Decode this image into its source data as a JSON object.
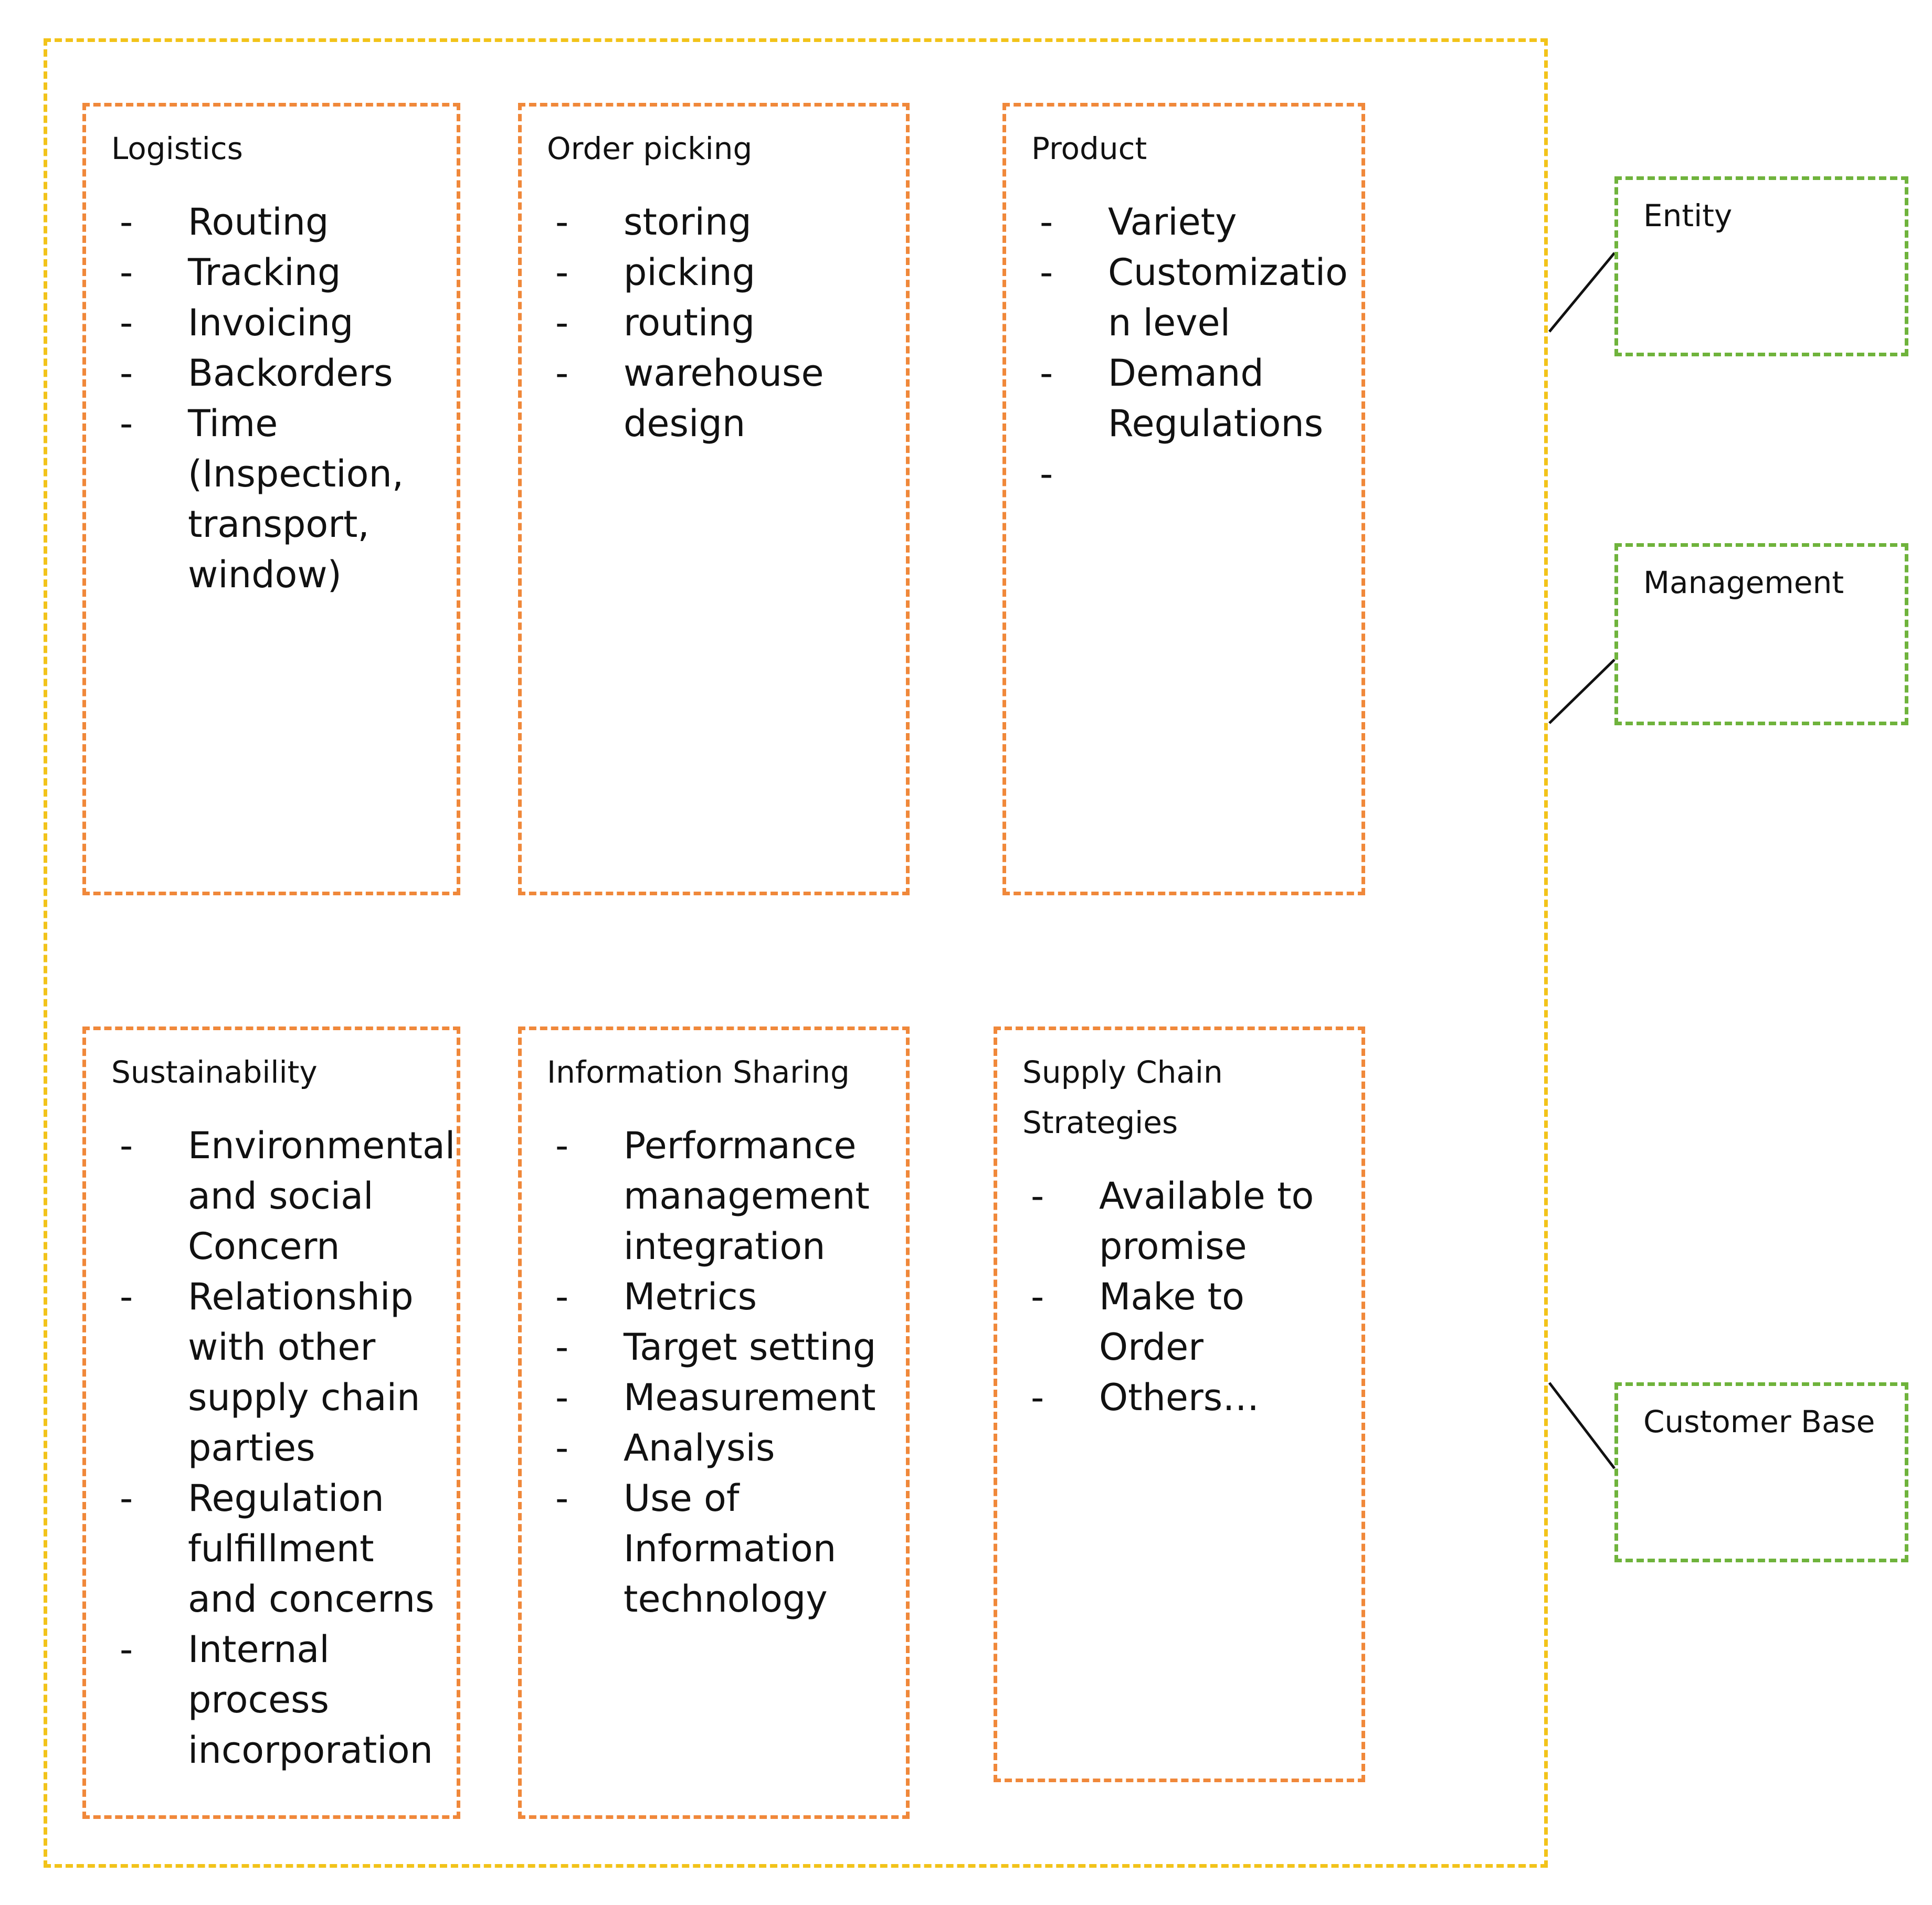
{
  "panels": {
    "logistics": {
      "title": "Logistics",
      "items": [
        "Routing",
        "Tracking",
        "Invoicing",
        "Backorders",
        "Time\n(Inspection,\ntransport,\nwindow)"
      ]
    },
    "order_picking": {
      "title": "Order picking",
      "items": [
        "storing",
        "picking",
        "routing",
        "warehouse\ndesign"
      ]
    },
    "product": {
      "title": "Product",
      "items": [
        "Variety",
        "Customizatio\nn level",
        "Demand\nRegulations",
        ""
      ]
    },
    "sustainability": {
      "title": "Sustainability",
      "items": [
        "Environmental\nand social\nConcern",
        "Relationship\nwith other\nsupply chain\nparties",
        "Regulation\nfulfillment\nand concerns",
        "Internal\nprocess\nincorporation"
      ]
    },
    "information_sharing": {
      "title": "Information Sharing",
      "items": [
        "Performance\nmanagement\nintegration",
        "Metrics",
        "Target setting",
        "Measurement",
        "Analysis",
        "Use of\nInformation\ntechnology"
      ]
    },
    "supply_chain": {
      "title": "Supply Chain\nStrategies",
      "items": [
        "Available to\npromise",
        "Make to\nOrder",
        "Others…"
      ]
    }
  },
  "side_boxes": {
    "entity": "Entity",
    "management": "Management",
    "customer_base": "Customer Base"
  },
  "bullet": "-",
  "colors": {
    "outer_border": "#f2c31a",
    "panel_border": "#f0883a",
    "side_border": "#6fb33c",
    "connector": "#111111"
  }
}
